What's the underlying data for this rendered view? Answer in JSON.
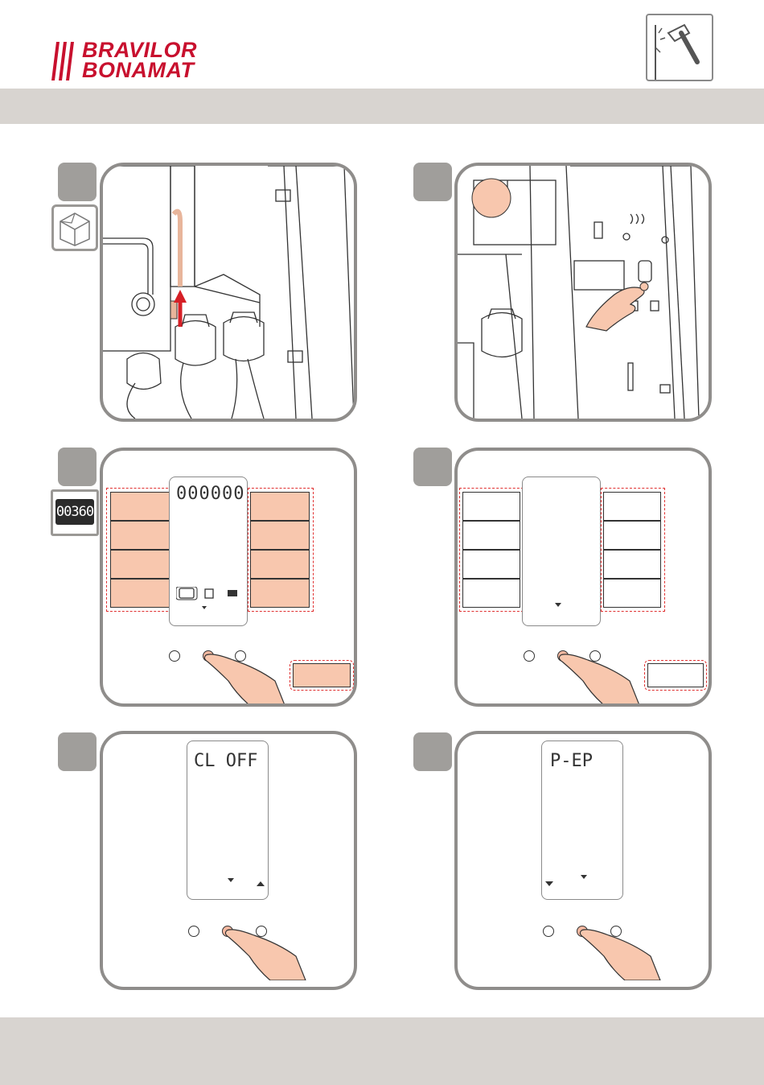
{
  "brand": {
    "line1": "BRAVILOR",
    "line2": "BONAMAT"
  },
  "header": {
    "tool_icon": "hammer-icon"
  },
  "colors": {
    "band": "#d8d4d0",
    "panel_border": "#8f8d8b",
    "brand_red": "#c8102e",
    "highlight": "#f8c7ae",
    "dashed": "#e03030"
  },
  "steps": [
    {
      "id": 1,
      "side_icon": "box-icon"
    },
    {
      "id": 2
    },
    {
      "id": 3,
      "counter": "00360",
      "display_text": "000000"
    },
    {
      "id": 4
    },
    {
      "id": 5,
      "display_text": "CL OFF"
    },
    {
      "id": 6,
      "display_text": "P-EP"
    }
  ]
}
